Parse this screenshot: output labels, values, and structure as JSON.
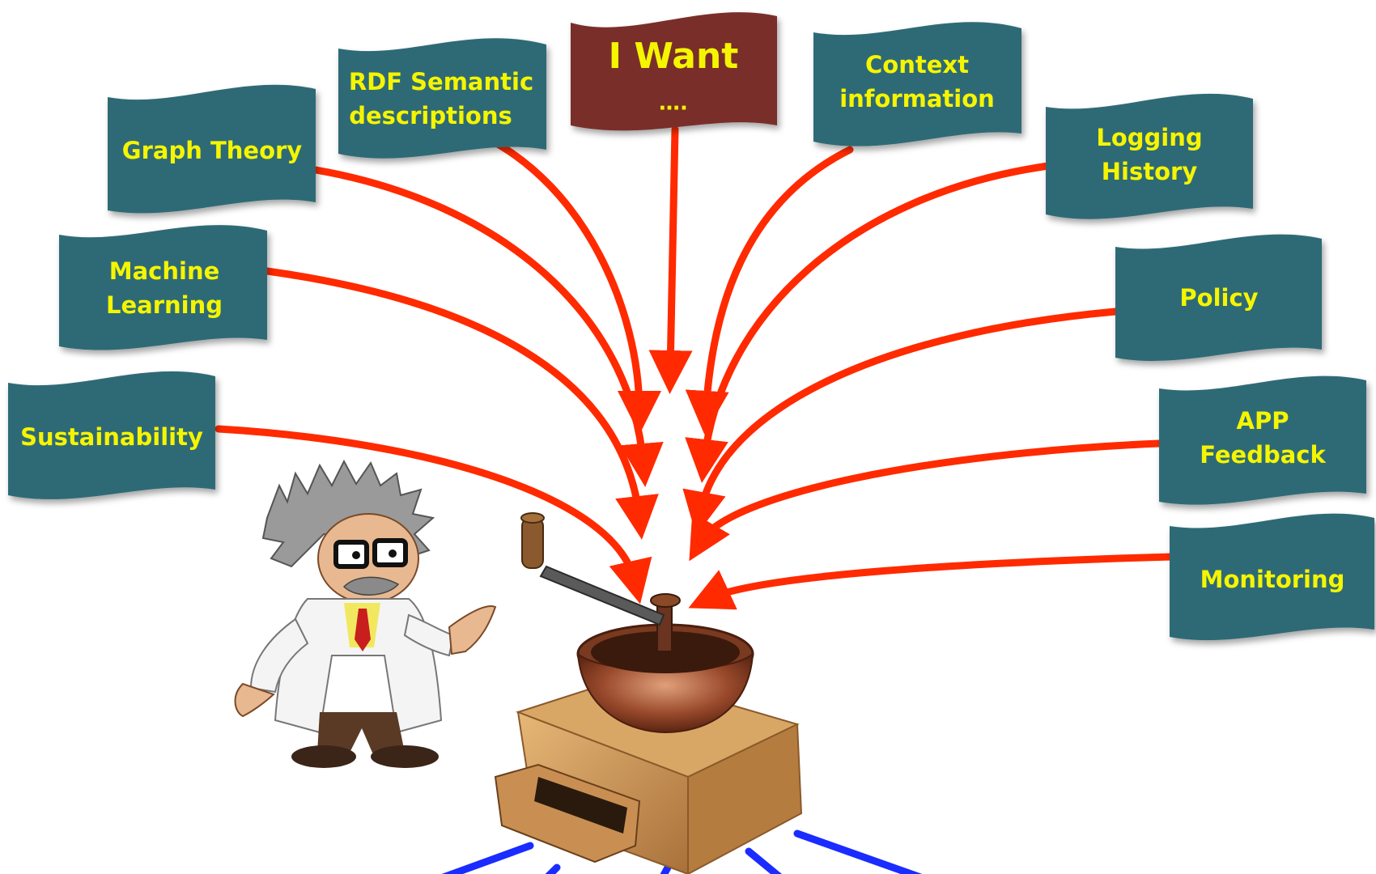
{
  "banners": {
    "i_want": {
      "line1": "I Want",
      "line2": "…."
    },
    "rdf": {
      "line1": "RDF Semantic",
      "line2": "descriptions"
    },
    "context": {
      "line1": "Context",
      "line2": "information"
    },
    "graph_theory": {
      "line1": "Graph Theory"
    },
    "logging": {
      "line1": "Logging",
      "line2": "History"
    },
    "machine_learning": {
      "line1": "Machine",
      "line2": "Learning"
    },
    "policy": {
      "line1": "Policy"
    },
    "sustainability": {
      "line1": "Sustainability"
    },
    "app_feedback": {
      "line1": "APP",
      "line2": "Feedback"
    },
    "monitoring": {
      "line1": "Monitoring"
    }
  },
  "colors": {
    "banner_teal": "#2e6b76",
    "banner_dark_red": "#7a2e2a",
    "banner_text": "#f5f500",
    "arrow_red": "#ff2a00",
    "arrow_blue": "#1a2cff"
  }
}
